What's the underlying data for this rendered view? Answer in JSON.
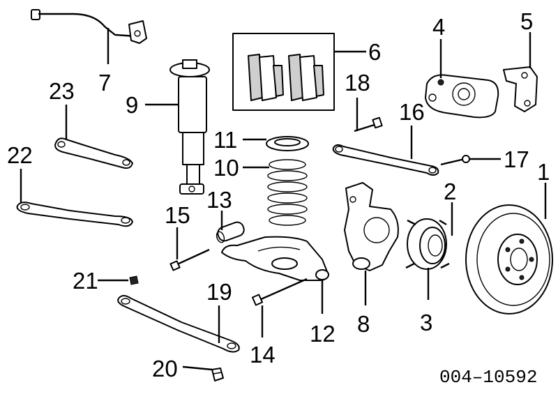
{
  "callouts": {
    "n1": "1",
    "n2": "2",
    "n3": "3",
    "n4": "4",
    "n5": "5",
    "n6": "6",
    "n7": "7",
    "n8": "8",
    "n9": "9",
    "n10": "10",
    "n11": "11",
    "n12": "12",
    "n13": "13",
    "n14": "14",
    "n15": "15",
    "n16": "16",
    "n17": "17",
    "n18": "18",
    "n19": "19",
    "n20": "20",
    "n21": "21",
    "n22": "22",
    "n23": "23"
  },
  "diagram_code": "004–10592"
}
